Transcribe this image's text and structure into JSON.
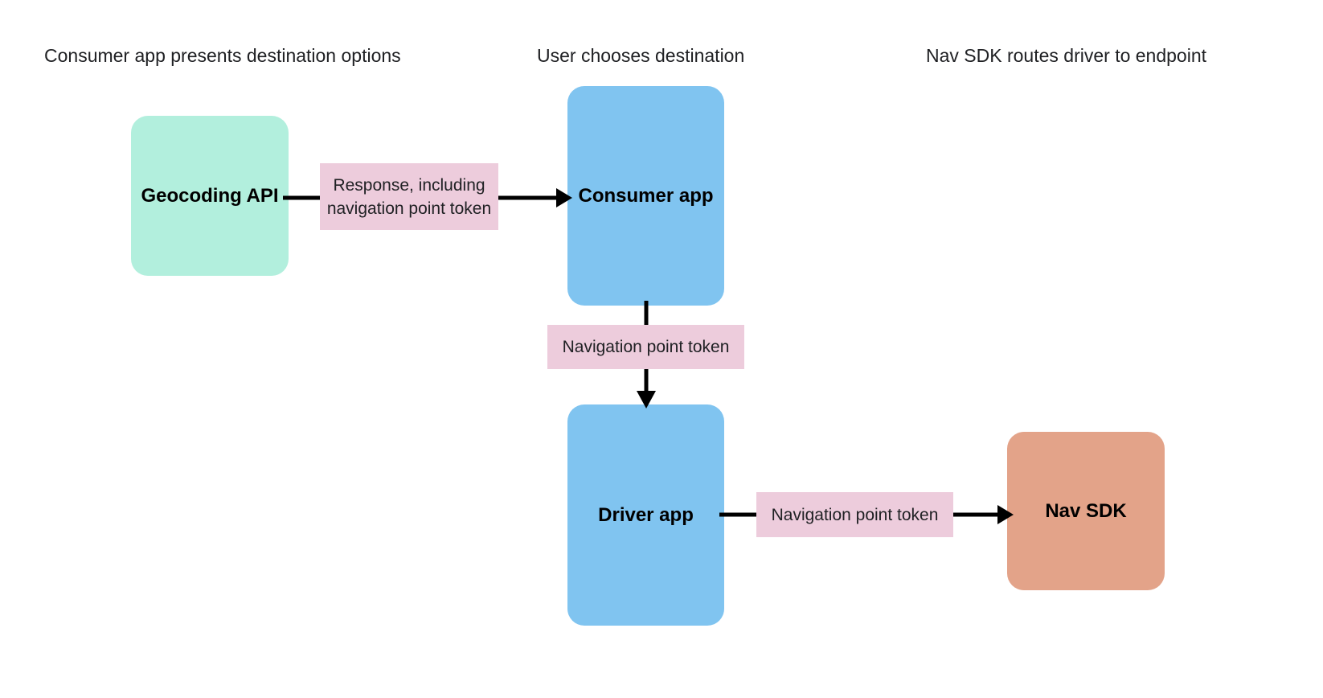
{
  "diagram": {
    "title_bar_absent": true,
    "columns": [
      {
        "label": "Consumer app presents destination options"
      },
      {
        "label": "User chooses destination"
      },
      {
        "label": "Nav SDK routes driver to endpoint"
      }
    ],
    "nodes": [
      {
        "id": "geocoding-api",
        "label": "Geocoding API",
        "color": "#B2EFDD",
        "shape": "rounded-rectangle"
      },
      {
        "id": "consumer-app",
        "label": "Consumer app",
        "color": "#80C4F0",
        "shape": "rounded-rectangle"
      },
      {
        "id": "driver-app",
        "label": "Driver app",
        "color": "#80C4F0",
        "shape": "rounded-rectangle"
      },
      {
        "id": "nav-sdk",
        "label": "Nav SDK",
        "color": "#E3A389",
        "shape": "rounded-rectangle"
      }
    ],
    "edges": [
      {
        "id": "geocoding-to-consumer",
        "from": "geocoding-api",
        "to": "consumer-app",
        "direction": "right",
        "label": "Response, including navigation point token",
        "label_color": "#EDCCDC"
      },
      {
        "id": "consumer-to-driver",
        "from": "consumer-app",
        "to": "driver-app",
        "direction": "down",
        "label": "Navigation point token",
        "label_color": "#EDCCDC"
      },
      {
        "id": "driver-to-navsdk",
        "from": "driver-app",
        "to": "nav-sdk",
        "direction": "right",
        "label": "Navigation point token",
        "label_color": "#EDCCDC"
      }
    ],
    "colors": {
      "background": "#FFFFFF",
      "connector": "#000000",
      "text": "#202124",
      "node_text": "#000000"
    }
  }
}
